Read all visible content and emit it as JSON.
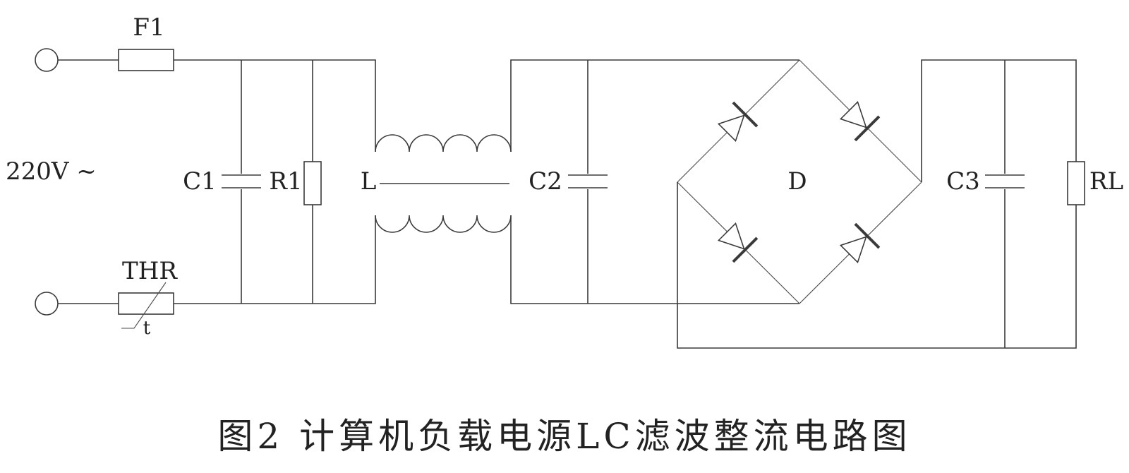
{
  "labels": {
    "fuse": "F1",
    "source": "220V ~",
    "thermistor": "THR",
    "thermistor_t": "t",
    "c1": "C1",
    "r1": "R1",
    "inductor": "L",
    "c2": "C2",
    "bridge": "D",
    "c3": "C3",
    "load": "RL"
  },
  "caption": "图2  计算机负载电源LC滤波整流电路图",
  "colors": {
    "line": "#3a3a3a",
    "text": "#222222",
    "background": "#ffffff"
  }
}
